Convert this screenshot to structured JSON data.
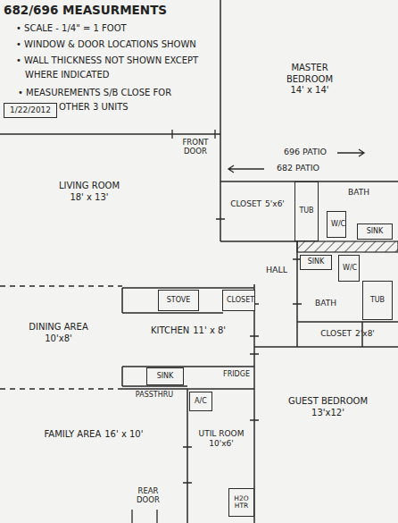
{
  "diagram": {
    "title": "682/696 MEASURMENTS",
    "nodes": [
      {
        "text": [
          "1/22/2012"
        ]
      },
      {
        "text": [
          "MASTER BEDROOM",
          "14' x 14'"
        ]
      },
      {
        "text": [
          "LIVING ROOM",
          "18' x 13'"
        ]
      },
      {
        "text": [
          "CLOSET",
          "5'x6'"
        ]
      },
      {
        "text": [
          "TUB"
        ]
      },
      {
        "text": [
          "BATH"
        ]
      },
      {
        "text": [
          "W/C"
        ],
        "in": 5
      },
      {
        "text": [
          "SINK"
        ],
        "in": 5
      },
      {
        "text": [
          "BATH"
        ]
      },
      {
        "text": [
          "SINK"
        ],
        "in": 8
      },
      {
        "text": [
          "W/C"
        ],
        "in": 8
      },
      {
        "text": [
          "TUB"
        ],
        "in": 8
      },
      {
        "text": [
          "CLOSET",
          "2'x8'"
        ]
      },
      {
        "text": [
          "DINING AREA",
          "10'x8'"
        ]
      },
      {
        "text": [
          "KITCHEN",
          "11' x 8'"
        ]
      },
      {
        "text": [
          "STOVE"
        ],
        "in": 14
      },
      {
        "text": [
          "CLOSET"
        ],
        "in": 14
      },
      {
        "text": [
          "SINK"
        ],
        "in": 14
      },
      {
        "text": [
          "A/C"
        ]
      },
      {
        "text": [
          "GUEST BEDROOM",
          "13'x12'"
        ]
      },
      {
        "text": [
          "FAMILY AREA",
          "16' x 10'"
        ]
      },
      {
        "text": [
          "UTIL ROOM",
          "10'x6'"
        ]
      },
      {
        "text": [
          "H2O HTR"
        ],
        "in": 21
      }
    ],
    "labels": [
      "• SCALE - 1/4\" = 1 FOOT",
      "• WINDOW & DOOR LOCATIONS SHOWN",
      "• WALL THICKNESS NOT SHOWN EXCEPT WHERE INDICATED",
      "• MEASUREMENTS S/B CLOSE FOR OTHER 3 UNITS",
      "FRONT DOOR",
      "696 PATIO",
      "682 PATIO",
      "HALL",
      "FRIDGE",
      "PASSTHRU",
      "REAR DOOR"
    ]
  }
}
